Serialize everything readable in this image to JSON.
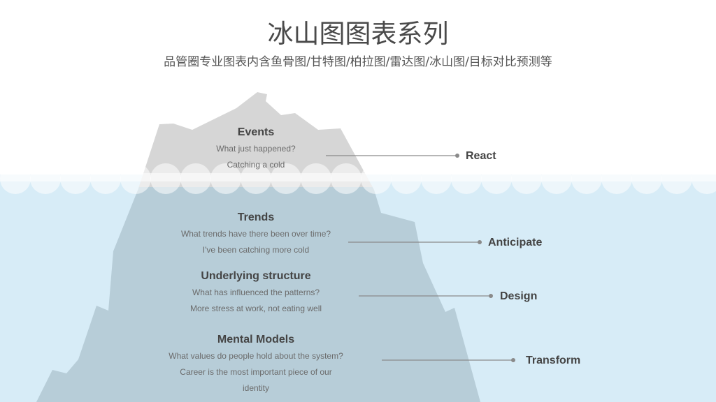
{
  "header": {
    "title": "冰山图图表系列",
    "subtitle": "品管圈专业图表内含鱼骨图/甘特图/柏拉图/雷达图/冰山图/目标对比预测等"
  },
  "colors": {
    "water": "#d7ecf7",
    "foam": "#ffffff",
    "iceberg_above": "#d6d6d6",
    "iceberg_below": "#b7cdd8",
    "connector": "#8a8a8a",
    "text_dark": "#444444",
    "text_light": "#6b6b6b"
  },
  "levels": [
    {
      "heading": "Events",
      "lines": [
        "What just happened?",
        "Catching a cold"
      ],
      "action": "React"
    },
    {
      "heading": "Trends",
      "lines": [
        "What trends have there been over time?",
        "I've been catching more cold"
      ],
      "action": "Anticipate"
    },
    {
      "heading": "Underlying structure",
      "lines": [
        "What has influenced the patterns?",
        "More stress at work, not eating well"
      ],
      "action": "Design"
    },
    {
      "heading": "Mental Models",
      "lines": [
        "What values do people hold about the system?",
        "Career is the most important piece of our",
        "identity"
      ],
      "action": "Transform"
    }
  ]
}
